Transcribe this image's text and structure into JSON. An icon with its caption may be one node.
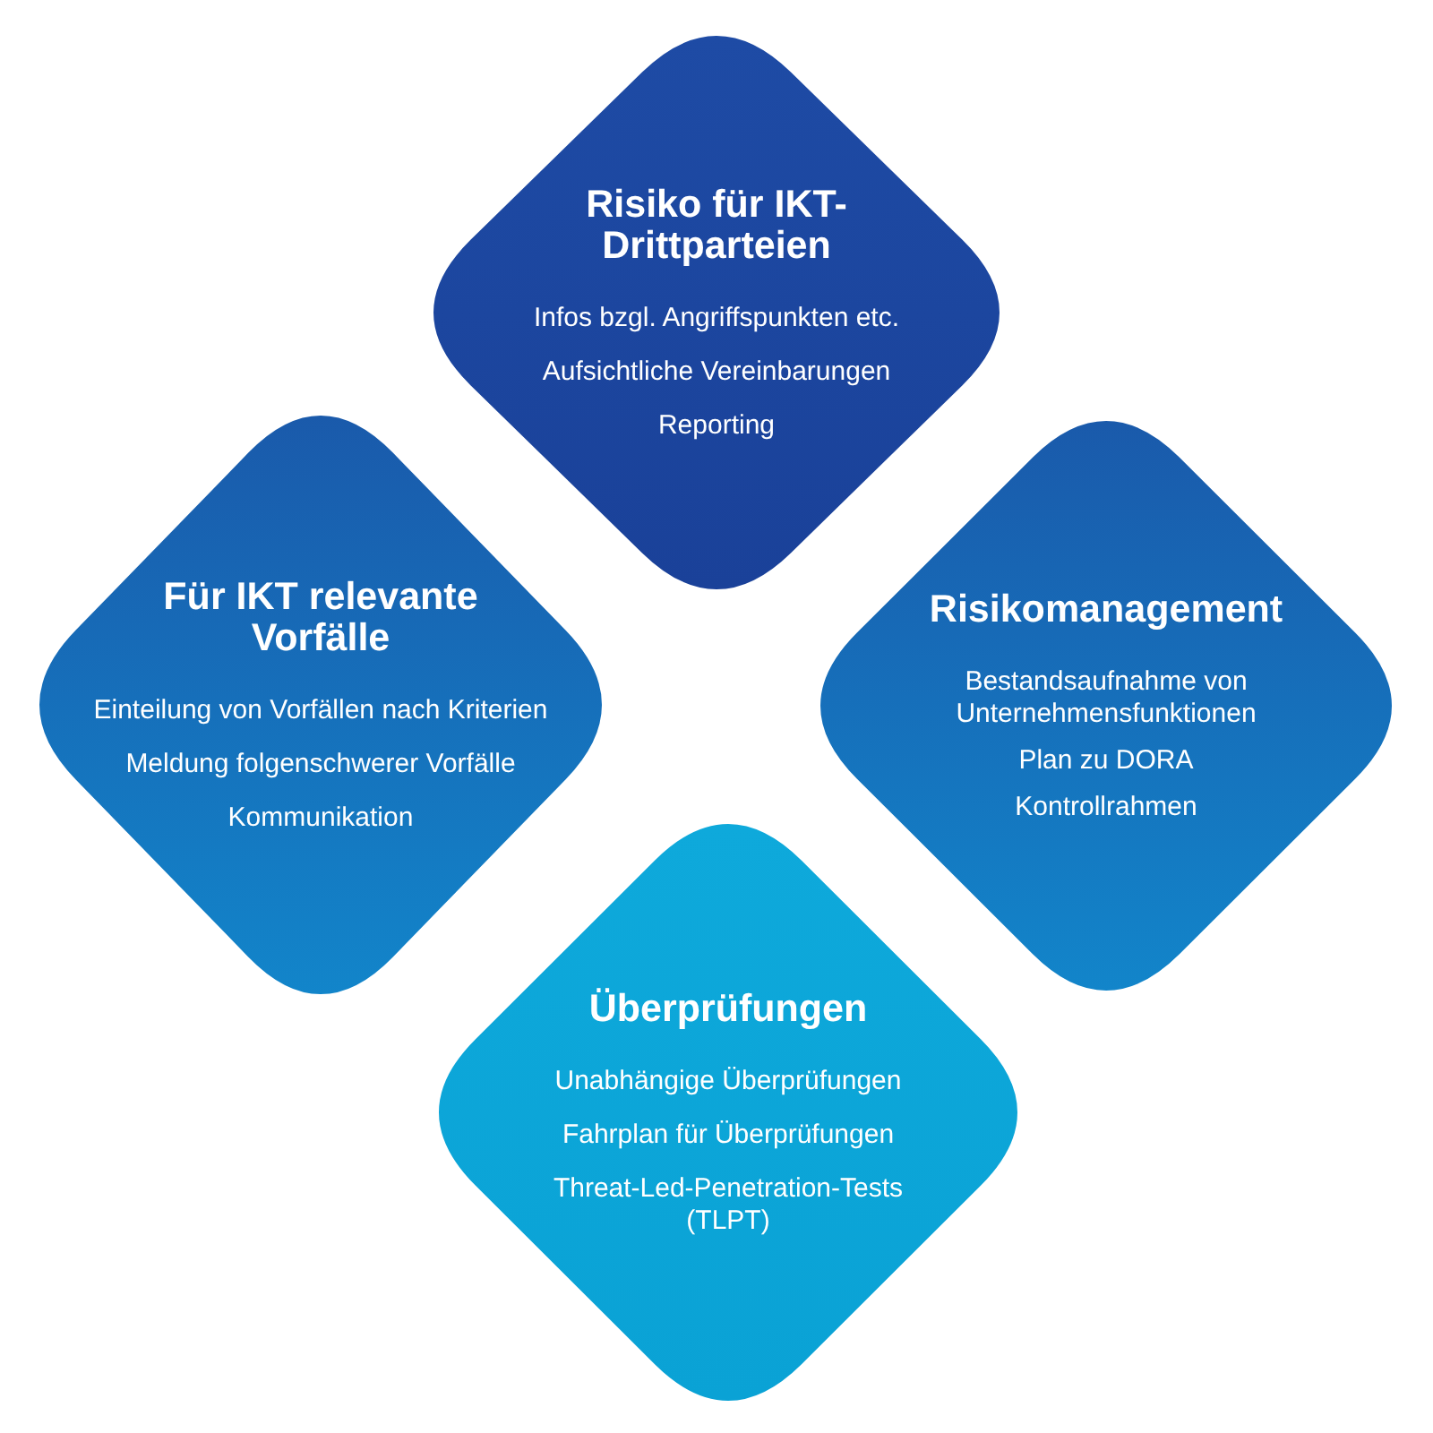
{
  "diagram": {
    "nodes": [
      {
        "text": [
          "Risiko für IKT-Drittparteien",
          "Infos bzgl. Angriffspunkten etc.",
          "Aufsichtliche Vereinbarungen",
          "Reporting"
        ]
      },
      {
        "text": [
          "Für IKT relevante Vorfälle",
          "Einteilung von Vorfällen nach Kriterien",
          "Meldung folgenschwerer Vorfälle",
          "Kommunikation"
        ]
      },
      {
        "text": [
          "Risikomanagement",
          "Bestandsaufnahme von Unternehmensfunktionen",
          "Plan zu DORA",
          "Kontrollrahmen"
        ]
      },
      {
        "text": [
          "Überprüfungen",
          "Unabhängige Überprüfungen",
          "Fahrplan für Überprüfungen",
          "Threat-Led-Penetration-Tests (TLPT)"
        ]
      }
    ]
  }
}
